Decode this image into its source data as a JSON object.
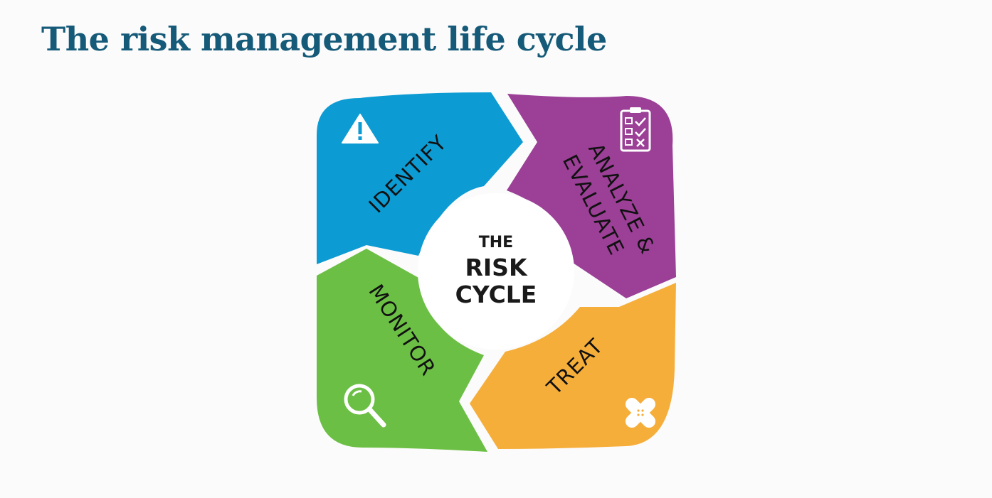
{
  "title": "The risk management life cycle",
  "center": {
    "line1": "THE",
    "line2": "RISK",
    "line3": "CYCLE"
  },
  "segments": [
    {
      "label": "IDENTIFY",
      "color": "#0d9bd3",
      "icon": "warning-icon"
    },
    {
      "label": "ANALYZE &",
      "label2": "EVALUATE",
      "color": "#9b3f97",
      "icon": "checklist-icon"
    },
    {
      "label": "TREAT",
      "color": "#f6ae3b",
      "icon": "bandage-icon"
    },
    {
      "label": "MONITOR",
      "color": "#6cbf45",
      "icon": "magnifier-icon"
    }
  ]
}
